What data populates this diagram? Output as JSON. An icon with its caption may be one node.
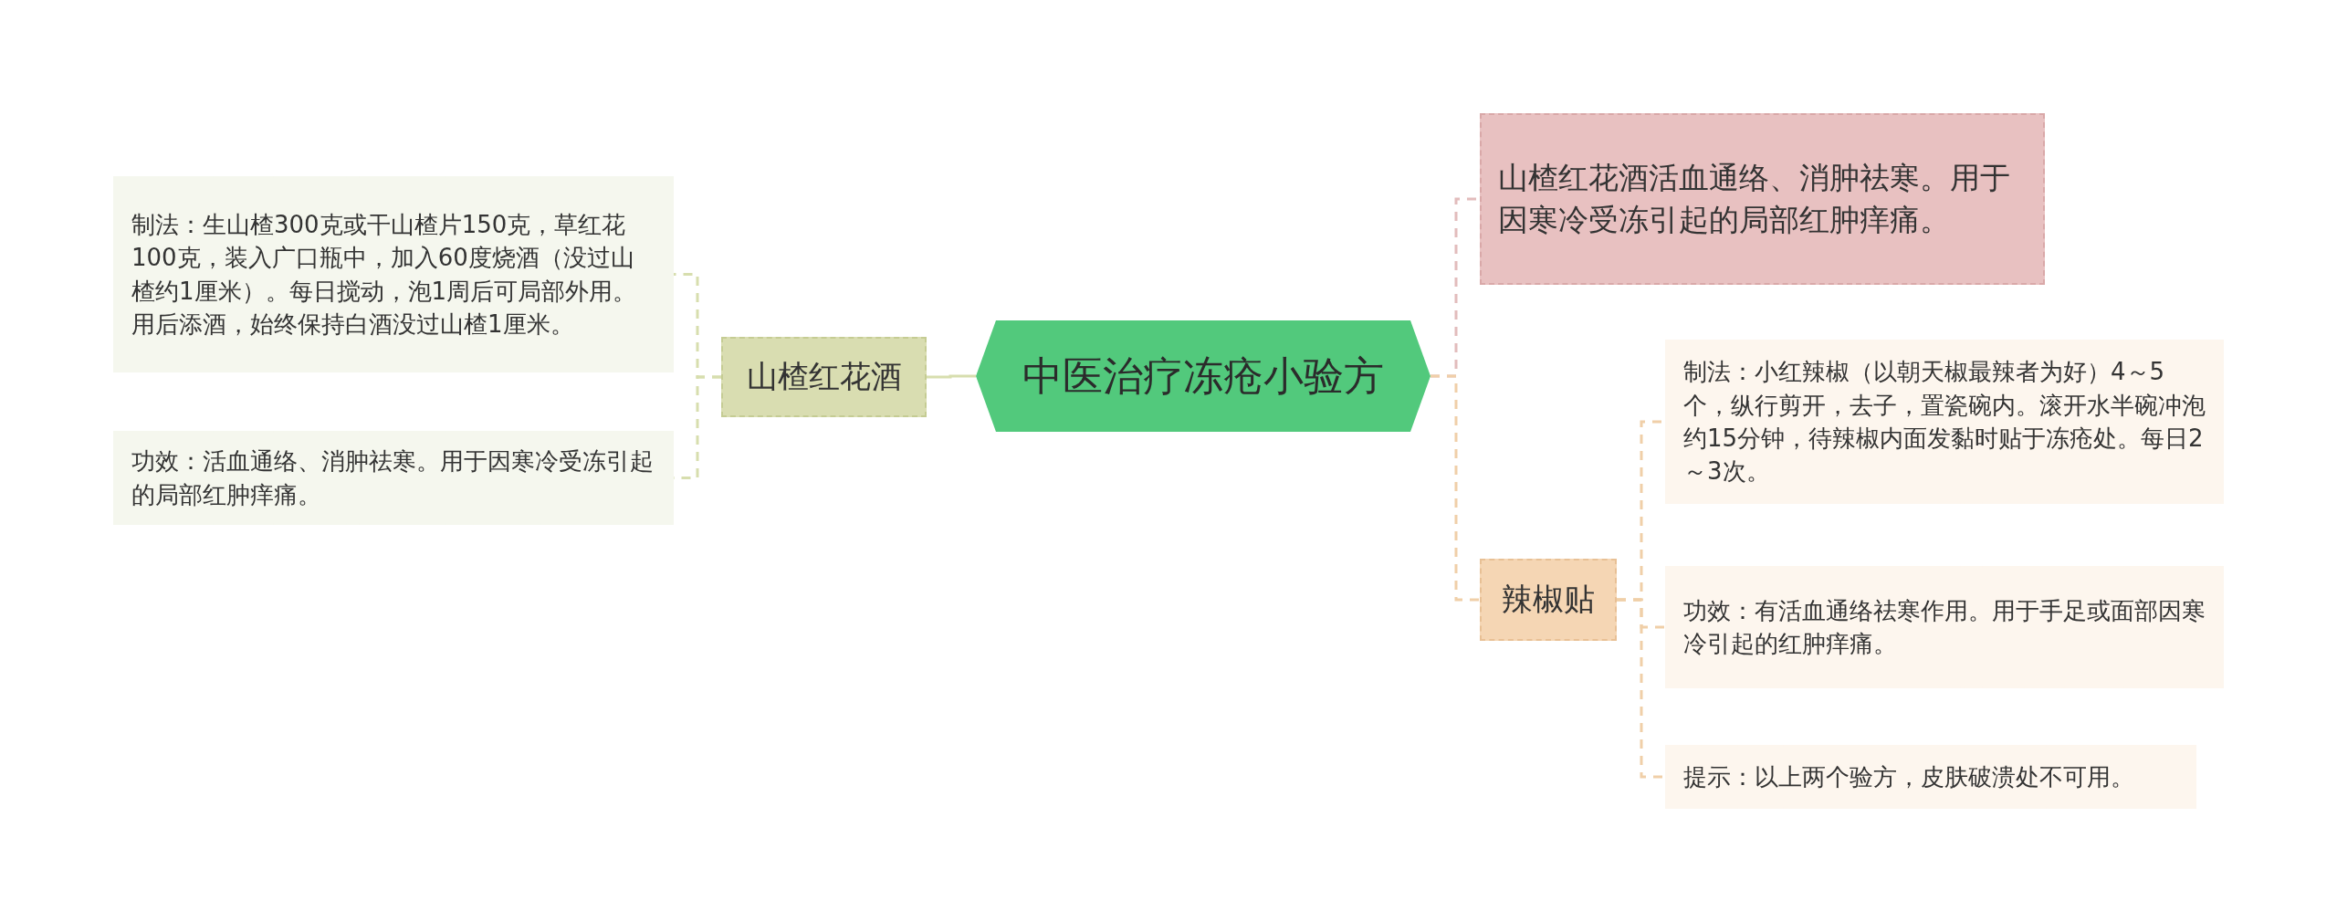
{
  "diagram": {
    "nodes": [
      {
        "text": [
          "中医治疗冻疮小验方"
        ]
      },
      {
        "text": [
          "山楂红花酒"
        ]
      },
      {
        "text": [
          "制法：生山楂300克或干山楂片150克，草红花100克，装入广口瓶中，加入60度烧酒（没过山楂约1厘米）。每日搅动，泡1周后可局部外用。用后添酒，始终保持白酒没过山楂1厘米。"
        ]
      },
      {
        "text": [
          "功效：活血通络、消肿祛寒。用于因寒冷受冻引起的局部红肿痒痛。"
        ]
      },
      {
        "text": [
          "山楂红花酒活血通络、消肿祛寒。用于因寒冷受冻引起的局部红肿痒痛。"
        ]
      },
      {
        "text": [
          "辣椒贴"
        ]
      },
      {
        "text": [
          "制法：小红辣椒（以朝天椒最辣者为好）4～5个，纵行剪开，去子，置瓷碗内。滚开水半碗冲泡约15分钟，待辣椒内面发黏时贴于冻疮处。每日2～3次。"
        ]
      },
      {
        "text": [
          "功效：有活血通络祛寒作用。用于手足或面部因寒冷引起的红肿痒痛。"
        ]
      },
      {
        "text": [
          "提示：以上两个验方，皮肤破溃处不可用。"
        ]
      }
    ],
    "edges": [
      {
        "from": 0,
        "to": 1,
        "arrow": "none",
        "color": "#d7deae"
      },
      {
        "from": 1,
        "to": 2,
        "arrow": "none",
        "style": "dashed",
        "color": "#d7deae"
      },
      {
        "from": 1,
        "to": 3,
        "arrow": "none",
        "style": "dashed",
        "color": "#d7deae"
      },
      {
        "from": 0,
        "to": 4,
        "arrow": "none",
        "style": "dashed",
        "color": "#e2bcbc"
      },
      {
        "from": 0,
        "to": 5,
        "arrow": "none",
        "style": "dashed"
      },
      {
        "from": 5,
        "to": 6,
        "arrow": "none",
        "style": "dashed"
      },
      {
        "from": 5,
        "to": 7,
        "arrow": "none",
        "style": "dashed"
      },
      {
        "from": 5,
        "to": 8,
        "arrow": "none",
        "style": "dashed"
      }
    ]
  }
}
